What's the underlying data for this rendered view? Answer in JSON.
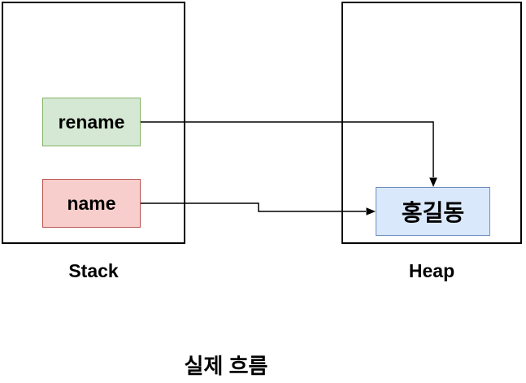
{
  "diagram": {
    "title": "",
    "caption": "실제 흐름",
    "stack": {
      "label": "Stack",
      "variables": [
        {
          "label": "rename",
          "fill": "#d5e8d4",
          "border": "#82b366"
        },
        {
          "label": "name",
          "fill": "#f8cecc",
          "border": "#b85450"
        }
      ]
    },
    "heap": {
      "label": "Heap",
      "objects": [
        {
          "label": "홍길동",
          "fill": "#dae8fc",
          "border": "#6c8ebf"
        }
      ]
    },
    "arrows": [
      {
        "from": "rename",
        "to": "홍길동",
        "entry": "top",
        "color": "#000000"
      },
      {
        "from": "name",
        "to": "홍길동",
        "entry": "left",
        "color": "#000000"
      }
    ],
    "colors": {
      "line": "#000000",
      "background": "#ffffff"
    }
  }
}
